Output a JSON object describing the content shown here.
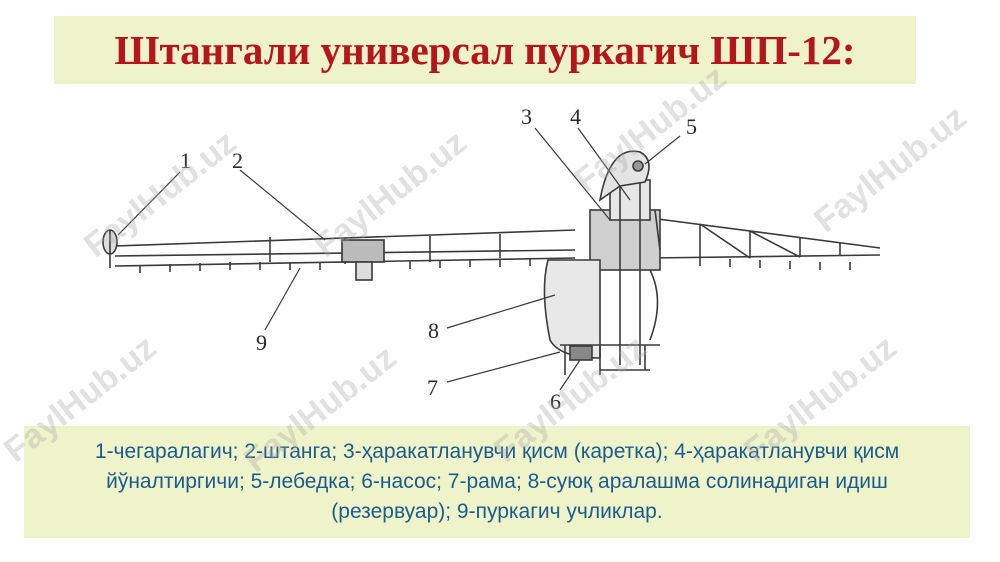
{
  "title": "Штангали универсал пуркагич ШП-12:",
  "caption": "1-чегаралагич; 2-штанга; 3-ҳаракатланувчи қисм  (каретка); 4-ҳаракатланувчи қисм йўналтиргичи;  5-лебедка; 6-насос; 7-рама; 8-суюқ аралашма  солинадиган идиш (резервуар); 9-пуркагич  учликлар.",
  "labels": [
    "1",
    "2",
    "3",
    "4",
    "5",
    "6",
    "7",
    "8",
    "9"
  ],
  "watermark": "FaylHub.uz",
  "colors": {
    "title": "#b5161b",
    "caption": "#1b5c8f",
    "panel": "#eef3c9",
    "line": "#3a3a3a"
  }
}
